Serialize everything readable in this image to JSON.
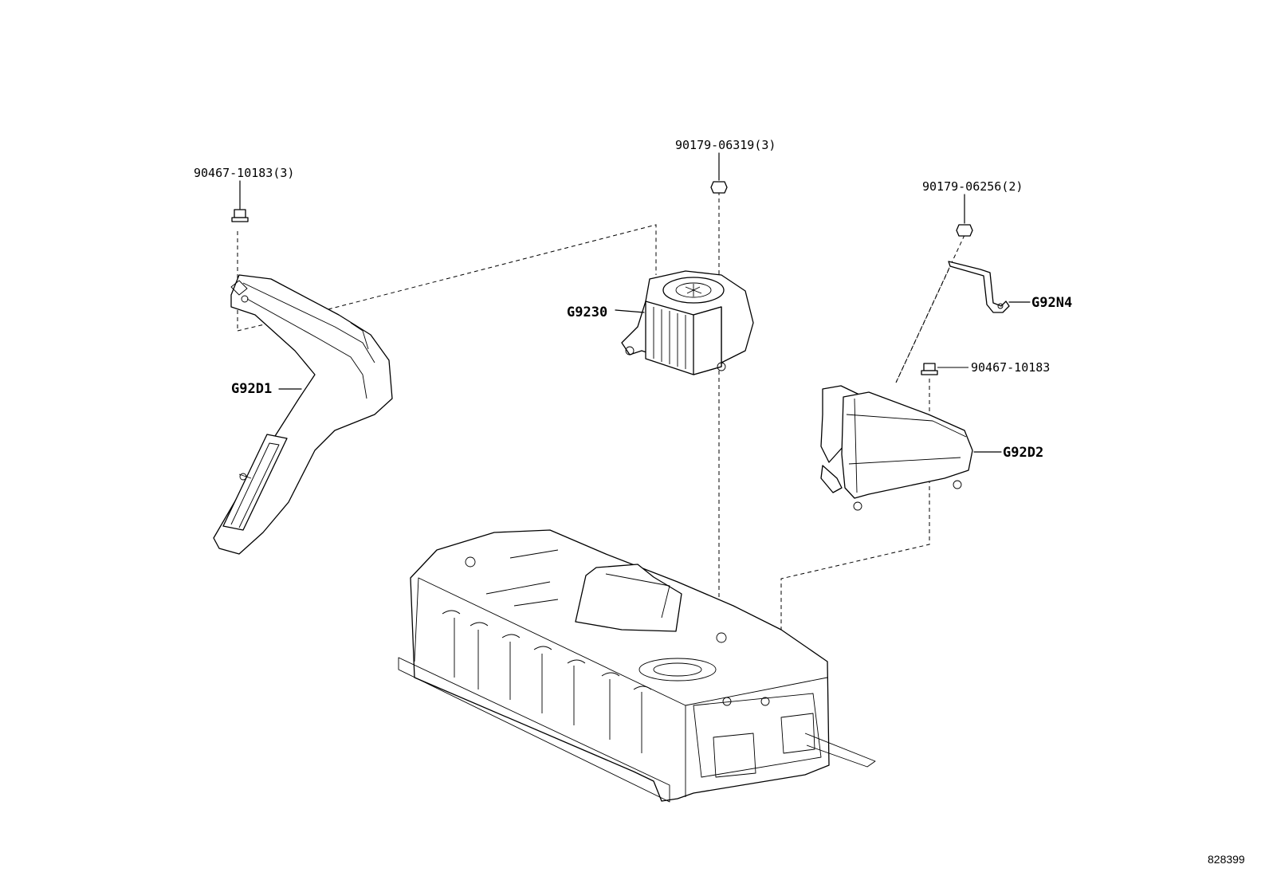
{
  "diagram": {
    "labels": {
      "bolt_left": "90467-10183(3)",
      "nut_center": "90179-06319(3)",
      "nut_right": "90179-06256(2)",
      "clip_right": "90467-10183",
      "blower": "G9230",
      "duct_left": "G92D1",
      "bracket": "G92N4",
      "duct_right": "G92D2"
    },
    "figure_number": "828399"
  }
}
